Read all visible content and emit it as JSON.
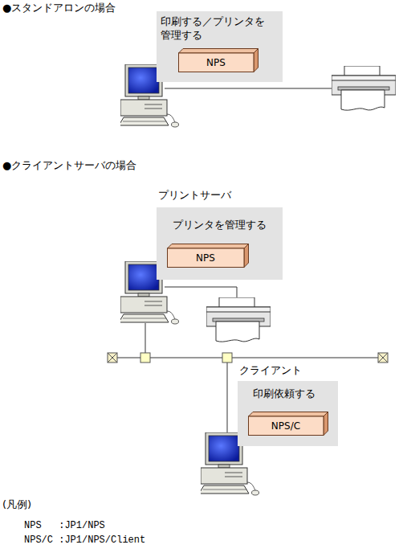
{
  "diagram": {
    "nodes": [
      {
        "text": [
          "印刷する／プリンタを 管理する"
        ]
      },
      {
        "text": [
          "NPS"
        ],
        "in": 0
      },
      {
        "text": [
          "プリントサーバ",
          "プリンタを管理する"
        ]
      },
      {
        "text": [
          "NPS"
        ],
        "in": 2
      },
      {
        "text": [
          "クライアント",
          "印刷依頼する"
        ]
      },
      {
        "text": [
          "NPS/C"
        ],
        "in": 4
      }
    ],
    "labels": [
      "●スタンドアロンの場合",
      "●クライアントサーバの場合",
      "(凡例)",
      "NPS   :JP1/NPS",
      "NPS/C :JP1/NPS/Client"
    ]
  }
}
